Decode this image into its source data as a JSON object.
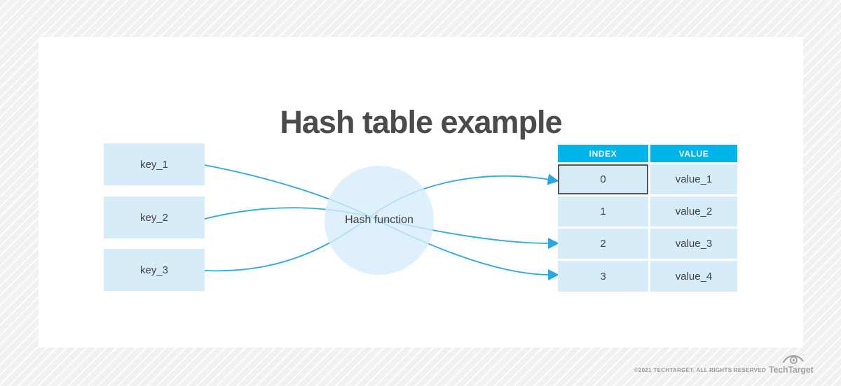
{
  "title": "Hash table example",
  "keys": [
    {
      "label": "key_1"
    },
    {
      "label": "key_2"
    },
    {
      "label": "key_3"
    }
  ],
  "hash_function": {
    "label": "Hash function"
  },
  "table": {
    "headers": {
      "index": "INDEX",
      "value": "VALUE"
    },
    "rows": [
      {
        "index": "0",
        "value": "value_1",
        "highlighted": true
      },
      {
        "index": "1",
        "value": "value_2",
        "highlighted": false
      },
      {
        "index": "2",
        "value": "value_3",
        "highlighted": false
      },
      {
        "index": "3",
        "value": "value_4",
        "highlighted": false
      }
    ]
  },
  "connections": [
    {
      "from": "key_1",
      "to_index": "3"
    },
    {
      "from": "key_2",
      "to_index": "2"
    },
    {
      "from": "key_3",
      "to_index": "0"
    }
  ],
  "footer": {
    "copyright": "©2021 TECHTARGET. ALL RIGHTS RESERVED",
    "brand": "TechTarget"
  },
  "colors": {
    "arrow_cyan": "#29a9e1",
    "header_cyan": "#00b3e8",
    "light_blue": "#d6edf9",
    "title_gray": "#4b4b4d",
    "highlight_border": "#54565a"
  }
}
